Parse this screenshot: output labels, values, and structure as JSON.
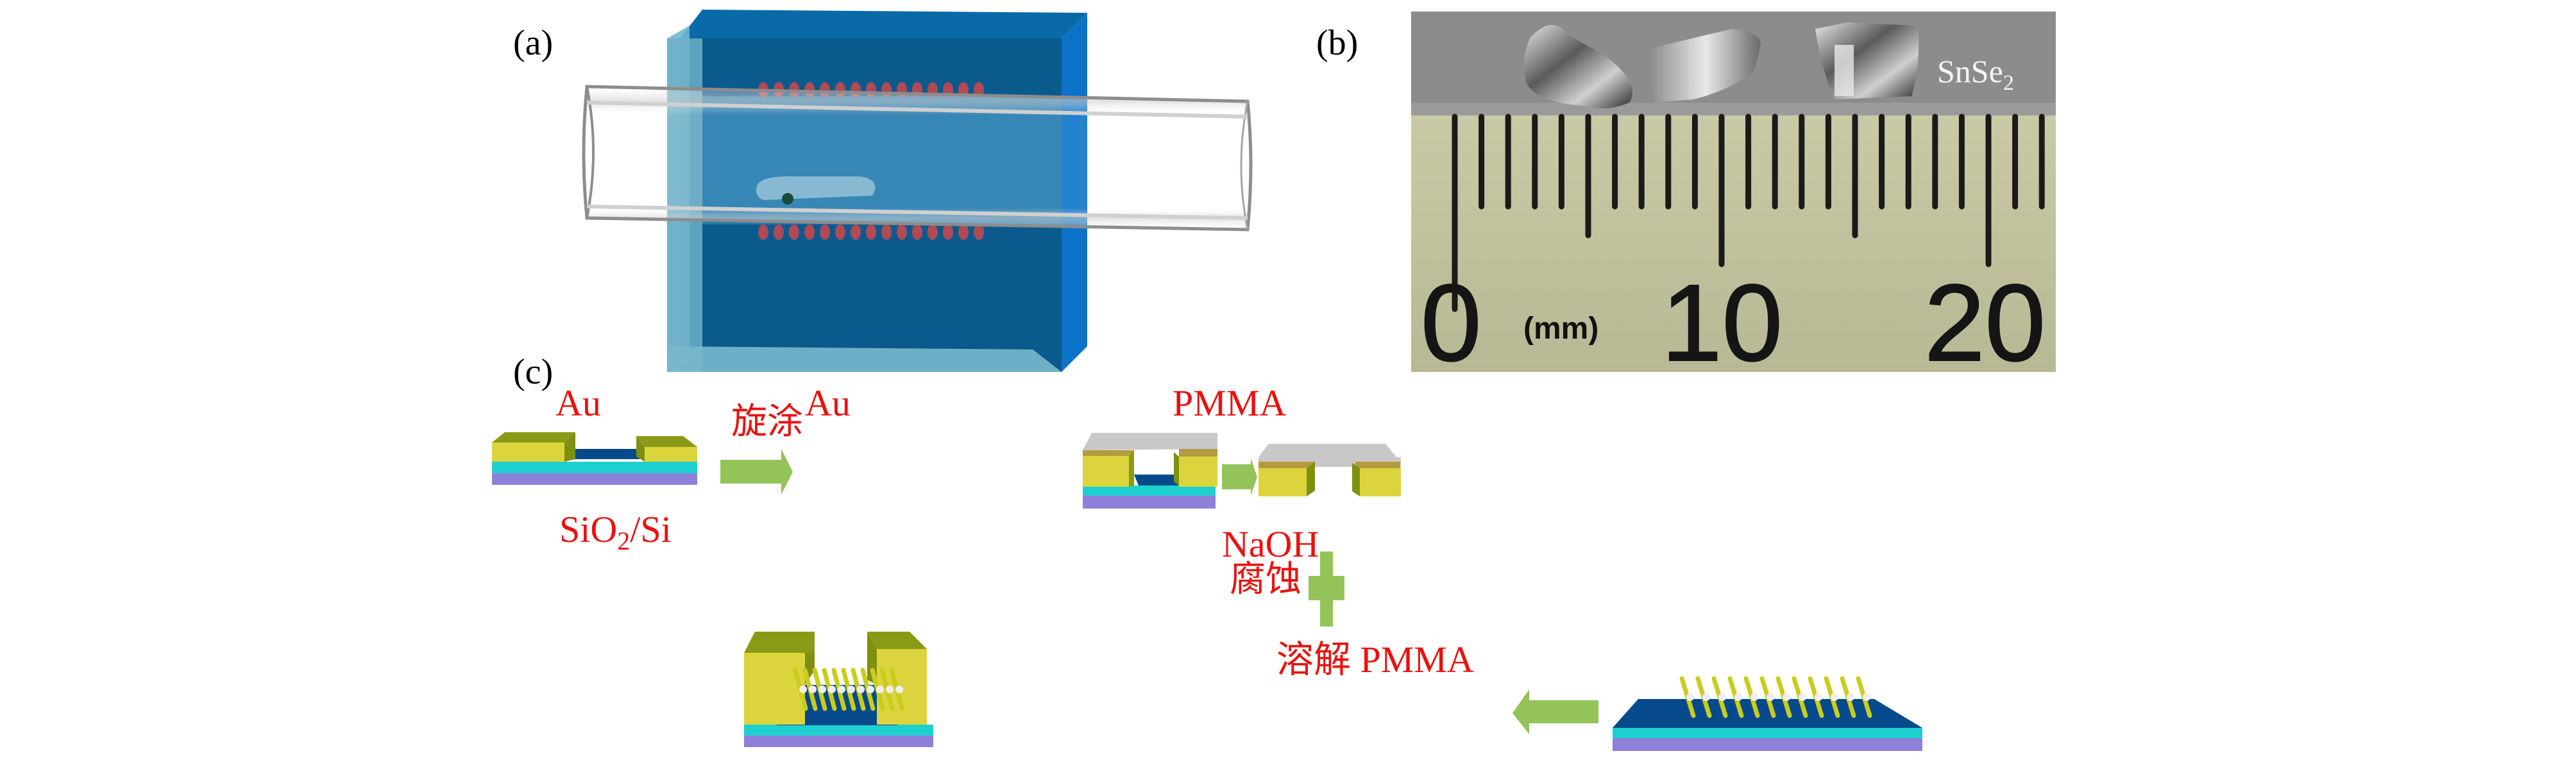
{
  "panels": {
    "a": {
      "label": "(a)"
    },
    "b": {
      "label": "(b)",
      "sample_label": "SnSe",
      "sample_label_subscript": "2",
      "ruler": {
        "numbers": [
          "0",
          "10",
          "20"
        ],
        "unit": "(mm)",
        "range_mm": [
          0,
          22
        ]
      }
    },
    "c": {
      "label": "(c)",
      "labels": {
        "au_left": "Au",
        "au_right": "Au",
        "substrate": "SiO",
        "substrate_sub": "2",
        "substrate_tail": "/Si",
        "step1": "旋涂",
        "pmma": "PMMA",
        "step2_line1": "NaOH",
        "step2_line2": "腐蚀",
        "step3": "溶解 PMMA"
      }
    }
  },
  "colors": {
    "label_red": "#e8120f",
    "gold_front": "#dcd43c",
    "gold_top": "#8a9a16",
    "gold_side": "#7f8f12",
    "sio2_cyan": "#1ecfcf",
    "si_purple": "#8e7fd8",
    "channel_blue": "#064a8c",
    "pmma_gray": "#c8c8c8",
    "arrow_green": "#94c35a",
    "magnet_dark": "#0b5a8e",
    "magnet_side": "#0b74c8",
    "magnet_light": "#6fb7d0",
    "coil_red": "#b04a55"
  }
}
